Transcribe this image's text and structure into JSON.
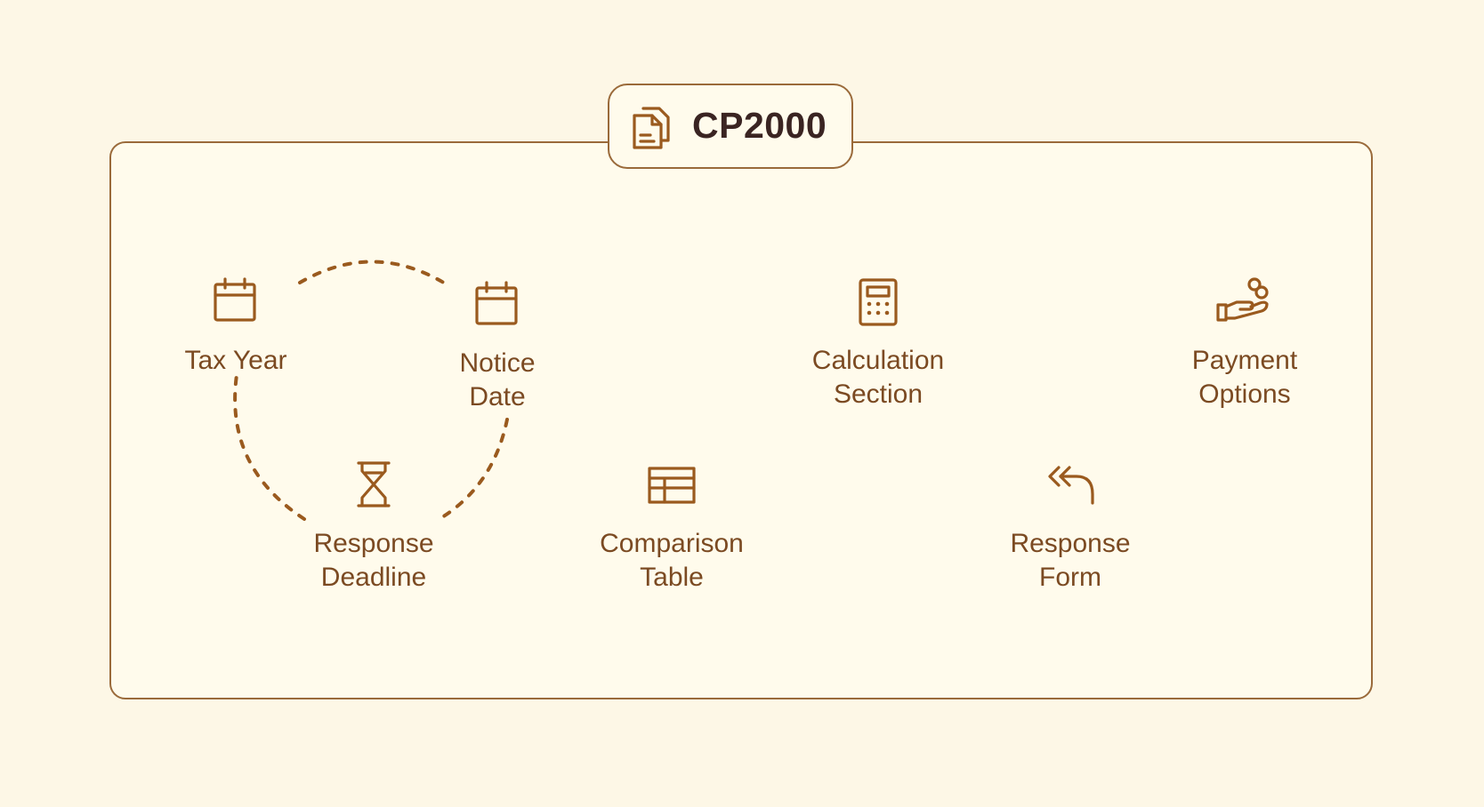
{
  "title": "CP2000",
  "colors": {
    "background": "#fdf7e6",
    "panel": "#fffbec",
    "border": "#9a6a3a",
    "accent": "#9a5a1e",
    "label": "#7b4a22",
    "title": "#3a2422"
  },
  "nodes": [
    {
      "id": "tax-year",
      "icon": "calendar-icon",
      "label_lines": [
        "Tax Year"
      ]
    },
    {
      "id": "notice-date",
      "icon": "calendar-icon",
      "label_lines": [
        "Notice",
        "Date"
      ]
    },
    {
      "id": "calculation-section",
      "icon": "calculator-icon",
      "label_lines": [
        "Calculation",
        "Section"
      ]
    },
    {
      "id": "payment-options",
      "icon": "hand-coins-icon",
      "label_lines": [
        "Payment",
        "Options"
      ]
    },
    {
      "id": "response-deadline",
      "icon": "hourglass-icon",
      "label_lines": [
        "Response",
        "Deadline"
      ]
    },
    {
      "id": "comparison-table",
      "icon": "table-icon",
      "label_lines": [
        "Comparison",
        "Table"
      ]
    },
    {
      "id": "response-form",
      "icon": "reply-all-icon",
      "label_lines": [
        "Response",
        "Form"
      ]
    }
  ]
}
